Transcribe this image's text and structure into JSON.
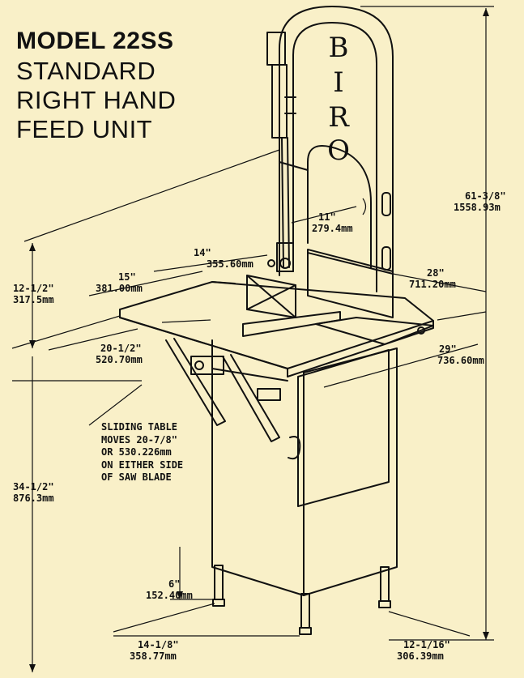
{
  "title": {
    "model": "MODEL 22SS",
    "line1": "STANDARD",
    "line2": "RIGHT HAND",
    "line3": "FEED UNIT"
  },
  "brand": [
    "B",
    "I",
    "R",
    "O"
  ],
  "dimensions": {
    "overall_height": {
      "in": "61-3/8\"",
      "mm": "1558.93m"
    },
    "throat": {
      "in": "11\"",
      "mm": "279.4mm"
    },
    "table_depth": {
      "in": "14\"",
      "mm": "355.60mm"
    },
    "table_width": {
      "in": "15\"",
      "mm": "381.00mm"
    },
    "fence_width": {
      "in": "28\"",
      "mm": "711.20mm"
    },
    "left_height": {
      "in": "12-1/2\"",
      "mm": "317.5mm"
    },
    "table_front": {
      "in": "20-1/2\"",
      "mm": "520.70mm"
    },
    "overall_depth": {
      "in": "29\"",
      "mm": "736.60mm"
    },
    "table_height": {
      "in": "34-1/2\"",
      "mm": "876.3mm"
    },
    "leg_height": {
      "in": "6\"",
      "mm": "152.40mm"
    },
    "base_width": {
      "in": "14-1/8\"",
      "mm": "358.77mm"
    },
    "base_depth": {
      "in": "12-1/16\"",
      "mm": "306.39mm"
    }
  },
  "note": [
    "SLIDING TABLE",
    "MOVES 20-7/8\"",
    "OR 530.226mm",
    "ON EITHER SIDE",
    "OF SAW BLADE"
  ]
}
